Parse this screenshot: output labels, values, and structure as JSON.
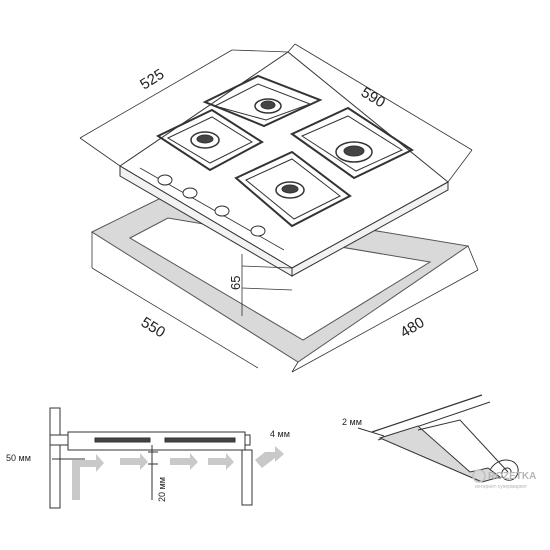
{
  "top": {
    "dims": {
      "width": "525",
      "depth": "590",
      "height": "65",
      "cutout_width": "550",
      "cutout_depth": "480"
    }
  },
  "bottom_left": {
    "labels": {
      "gap_left": "50 мм",
      "gap_right": "4 мм",
      "vertical": "20 мм"
    }
  },
  "bottom_right": {
    "labels": {
      "seal": "2 мм"
    }
  },
  "watermark": {
    "brand": "ROZETKA",
    "tagline": "интернет-супермаркет"
  },
  "colors": {
    "line": "#333333",
    "seal": "#d9d9d9",
    "arrow": "#c9c9c9",
    "text": "#222222"
  }
}
